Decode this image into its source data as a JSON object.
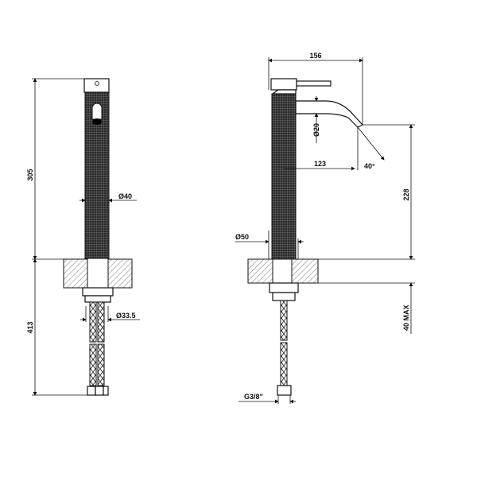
{
  "front_view": {
    "height_label": "305",
    "hose_length_label": "413",
    "body_diameter_label": "Ø40",
    "hose_diameter_label": "Ø33.5"
  },
  "side_view": {
    "depth_label": "156",
    "spout_diameter_label": "Ø20",
    "spout_reach_label": "123",
    "angle_label": "40°",
    "spout_height_label": "228",
    "base_diameter_label": "Ø50",
    "counter_thickness_label": "40 MAX",
    "connection_label": "G3/8\""
  },
  "colors": {
    "line": "#111111",
    "knurl": "#2a2a2a",
    "hatch": "#555555"
  }
}
